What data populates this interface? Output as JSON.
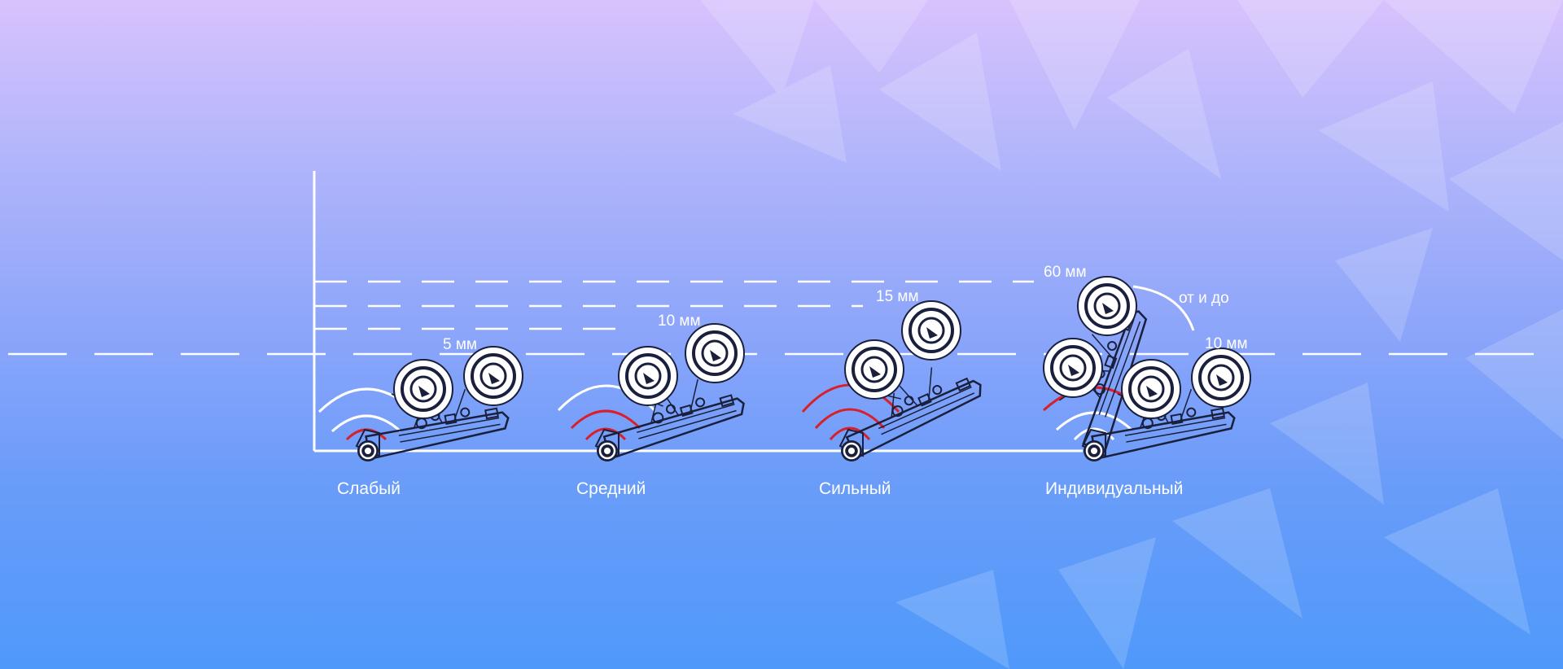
{
  "modes": [
    {
      "id": "weak",
      "label": "Слабый",
      "lift": "5 мм"
    },
    {
      "id": "medium",
      "label": "Средний",
      "lift": "10 мм"
    },
    {
      "id": "strong",
      "label": "Сильный",
      "lift": "15 мм"
    },
    {
      "id": "individual",
      "label": "Индивидуальный",
      "lift": "60 мм",
      "range_text": "от и до",
      "lift_low": "10 мм"
    }
  ],
  "colors": {
    "line": "#ffffff",
    "signal": "#d8202a",
    "outline": "#1a1f3c",
    "wheel": "#ffffff"
  }
}
